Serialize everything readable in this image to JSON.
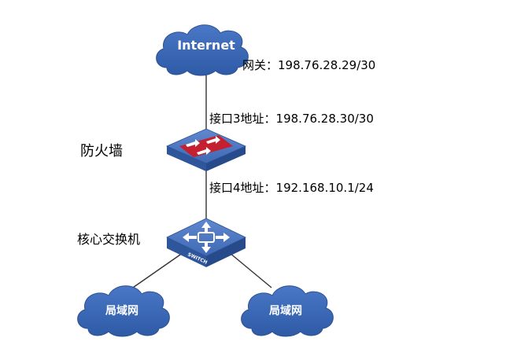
{
  "colors": {
    "cloud_fill": "#3b67b4",
    "cloud_stroke": "#2c5195",
    "device_top": "#4f79c3",
    "device_side": "#2f559b",
    "firewall_band": "#c4202f",
    "link_line": "#333333",
    "label_text": "#000000"
  },
  "internet": {
    "label": "Internet",
    "gateway_label": "网关：198.76.28.29/30"
  },
  "firewall": {
    "name": "防火墙",
    "port3_label": "接口3地址：198.76.28.30/30",
    "port4_label": "接口4地址：192.168.10.1/24"
  },
  "core_switch": {
    "name": "核心交换机",
    "badge": "SWITCH"
  },
  "lan_left": {
    "label": "局域网"
  },
  "lan_right": {
    "label": "局域网"
  }
}
